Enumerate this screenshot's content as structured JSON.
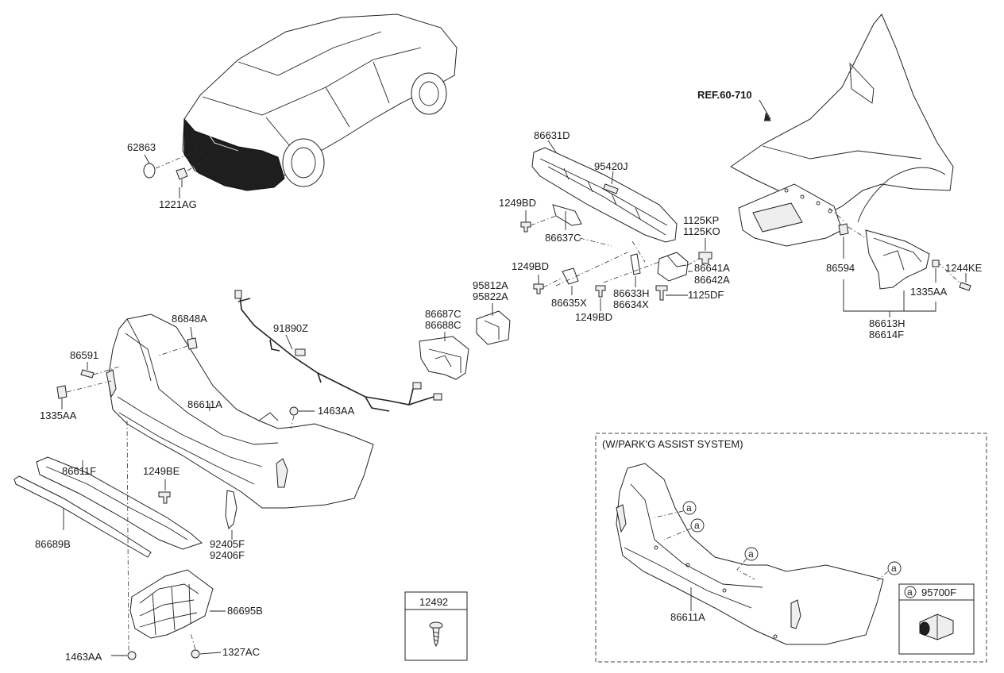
{
  "ref_label": "REF.60-710",
  "box_title": "(W/PARK'G ASSIST SYSTEM)",
  "circle_letter": "a",
  "legend_part": "95700F",
  "fastener_box_label": "12492",
  "labels": {
    "p62863": "62863",
    "p1221AG": "1221AG",
    "p86631D": "86631D",
    "p95420J": "95420J",
    "p1249BD_a": "1249BD",
    "p86637C": "86637C",
    "p1125KP": "1125KP",
    "p1125KO": "1125KO",
    "p1249BD_b": "1249BD",
    "p86641A": "86641A",
    "p86642A": "86642A",
    "p86635X": "86635X",
    "p86633H": "86633H",
    "p86634X": "86634X",
    "p1125DF": "1125DF",
    "p1249BD_c": "1249BD",
    "p95812A": "95812A",
    "p95822A": "95822A",
    "p86687C": "86687C",
    "p86688C": "86688C",
    "p91890Z": "91890Z",
    "p86848A": "86848A",
    "p86591": "86591",
    "p1335AA_a": "1335AA",
    "p86611A_a": "86611A",
    "p1463AA_a": "1463AA",
    "p86611F": "86611F",
    "p1249BE": "1249BE",
    "p86689B": "86689B",
    "p92405F": "92405F",
    "p92406F": "92406F",
    "p86695B": "86695B",
    "p1463AA_b": "1463AA",
    "p1327AC": "1327AC",
    "p86594": "86594",
    "p1244KE": "1244KE",
    "p1335AA_b": "1335AA",
    "p86613H": "86613H",
    "p86614F": "86614F",
    "p86611A_b": "86611A"
  }
}
